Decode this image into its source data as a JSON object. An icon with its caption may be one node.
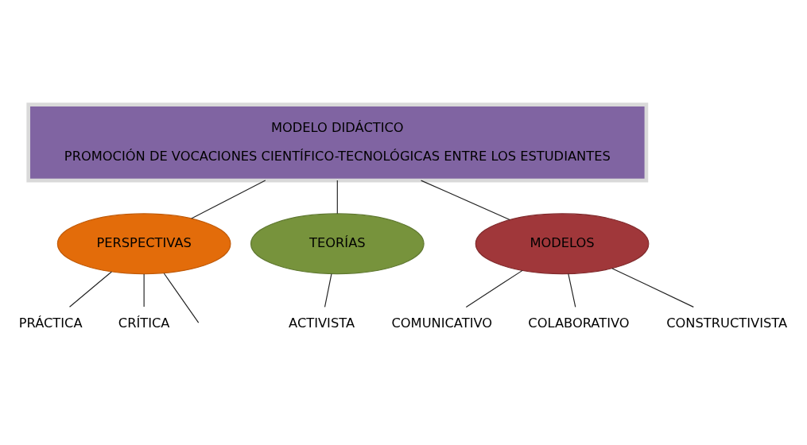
{
  "diagram": {
    "nodes": [
      {
        "text": [
          "MODELO DIDÁCTICO",
          "PROMOCIÓN DE VOCACIONES CIENTÍFICO-TECNOLÓGICAS ENTRE LOS ESTUDIANTES"
        ]
      },
      {
        "text": [
          "PERSPECTIVAS"
        ]
      },
      {
        "text": [
          "TEORÍAS"
        ]
      },
      {
        "text": [
          "MODELOS"
        ]
      },
      {
        "text": [
          "PRÁCTICA"
        ]
      },
      {
        "text": [
          "CRÍTICA"
        ]
      },
      {
        "text": [
          "ACTIVISTA"
        ]
      },
      {
        "text": [
          "COMUNICATIVO"
        ]
      },
      {
        "text": [
          "COLABORATIVO"
        ]
      },
      {
        "text": [
          "CONSTRUCTIVISTA"
        ]
      }
    ],
    "edges": [
      {
        "from": 0,
        "to": 1,
        "arrow": "none"
      },
      {
        "from": 0,
        "to": 2,
        "arrow": "none"
      },
      {
        "from": 0,
        "to": 3,
        "arrow": "none"
      },
      {
        "from": 1,
        "to": 4,
        "arrow": "none"
      },
      {
        "from": 1,
        "to": 5,
        "arrow": "none"
      },
      {
        "from": 1,
        "to": null,
        "arrow": "none"
      },
      {
        "from": 2,
        "to": 6,
        "arrow": "none"
      },
      {
        "from": 3,
        "to": 7,
        "arrow": "none"
      },
      {
        "from": 3,
        "to": 8,
        "arrow": "none"
      },
      {
        "from": 3,
        "to": 9,
        "arrow": "none"
      }
    ]
  }
}
